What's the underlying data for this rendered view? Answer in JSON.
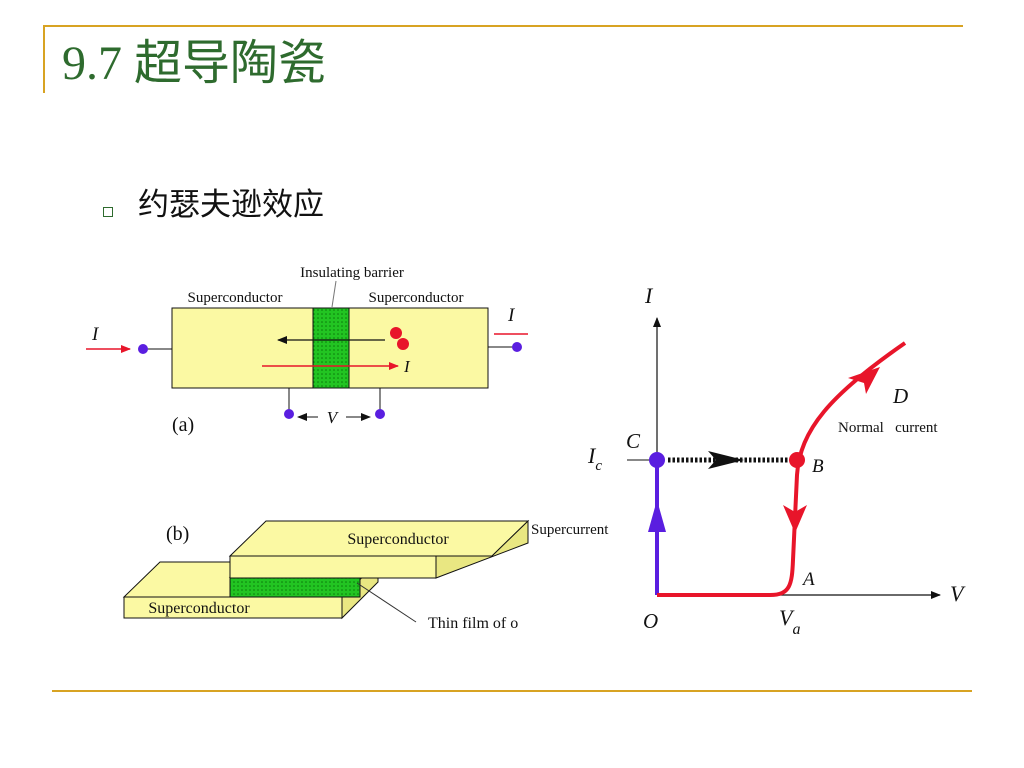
{
  "slide": {
    "title": "9.7 超导陶瓷",
    "bullet": "约瑟夫逊效应"
  },
  "fig_a": {
    "insulating_label": "Insulating barrier",
    "left_sc": "Superconductor",
    "right_sc": "Superconductor",
    "I_left": "I",
    "I_right": "I",
    "I_inner": "I",
    "V_label": "V",
    "caption": "(a)"
  },
  "fig_b": {
    "caption": "(b)",
    "top_sc": "Superconductor",
    "bottom_sc": "Superconductor",
    "film_label": "Thin film of o"
  },
  "iv_plot": {
    "axis_I": "I",
    "axis_V": "V",
    "origin": "O",
    "pt_C": "C",
    "pt_B": "B",
    "pt_A": "A",
    "pt_D": "D",
    "Ic_main": "I",
    "Ic_sub": "c",
    "Va_main": "V",
    "Va_sub": "a",
    "supercurrent": "Supercurrent",
    "normal_current": "Normal   current"
  },
  "colors": {
    "accent_line": "#d8a323",
    "title": "#2e6b2e",
    "block_fill": "#fbf9a3",
    "barrier_fill": "#22c422",
    "red": "#e8152a",
    "blue": "#5a1ee0"
  }
}
